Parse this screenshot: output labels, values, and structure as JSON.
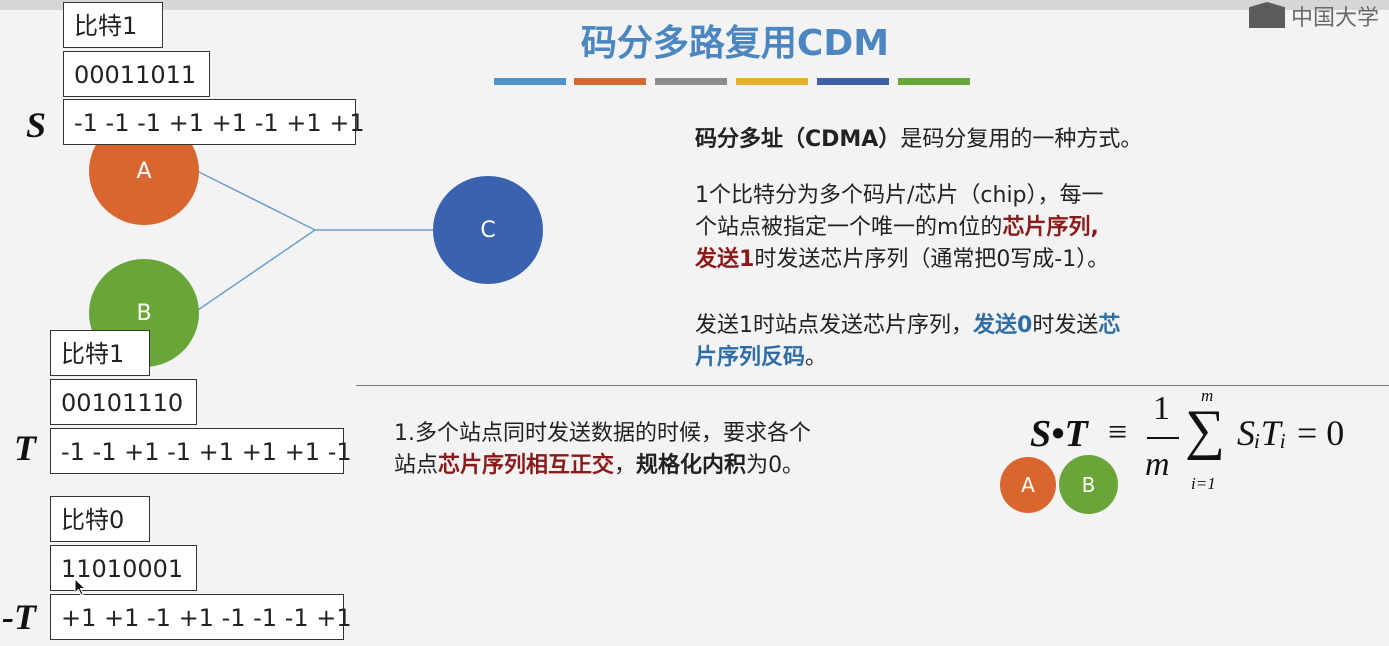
{
  "title": "码分多路复用CDM",
  "accent_bars": [
    "#4f93c9",
    "#d66a35",
    "#8c8c8c",
    "#e6b12e",
    "#3f5ea8",
    "#6aa53a"
  ],
  "logo": {
    "text": "中国大学"
  },
  "station_s": {
    "label": "S",
    "bit_label": "比特1",
    "code": "00011011",
    "chips": "-1 -1 -1 +1 +1 -1 +1 +1"
  },
  "station_t": {
    "label": "T",
    "bit_label": "比特1",
    "code": "00101110",
    "chips": "-1 -1 +1 -1 +1 +1 +1 -1"
  },
  "station_neg_t": {
    "label": "-T",
    "bit_label": "比特0",
    "code": "11010001",
    "chips": "+1 +1 -1 +1 -1 -1 -1 +1"
  },
  "nodes": {
    "a": "A",
    "b": "B",
    "c": "C"
  },
  "node_colors": {
    "a": "#d9652f",
    "b": "#6aa53a",
    "c": "#3b62b0"
  },
  "text": {
    "p1_prefix": "码分多址（CDMA）",
    "p1_suffix": "是码分复用的一种方式。",
    "p2_line1": "1个比特分为多个码片/芯片（chip），每一",
    "p2_line2_a": "个站点被指定一个唯一的m位的",
    "p2_line2_b": "芯片序列,",
    "p2_line3_a": "发送1",
    "p2_line3_b": "时发送芯片序列（通常把0写成-1）。",
    "p3_line1_a": "发送1时站点发送芯片序列，",
    "p3_line1_b": "发送0",
    "p3_line1_c": "时发送",
    "p3_line1_d": "芯",
    "p3_line2_a": "片序列反码",
    "p3_line2_b": "。",
    "rule_line1": "1.多个站点同时发送数据的时候，要求各个",
    "rule_line2_a": "站点",
    "rule_line2_b": "芯片序列相互正交",
    "rule_line2_c": "，",
    "rule_line2_d": "规格化内积",
    "rule_line2_e": "为0。"
  },
  "formula": {
    "lhs": "S•T",
    "equiv": "≡",
    "numerator": "1",
    "denominator": "m",
    "sigma": "∑",
    "upper": "m",
    "lower": "i=1",
    "term": "SᵢTᵢ",
    "rhs": "= 0",
    "node_a": "A",
    "node_b": "B"
  }
}
